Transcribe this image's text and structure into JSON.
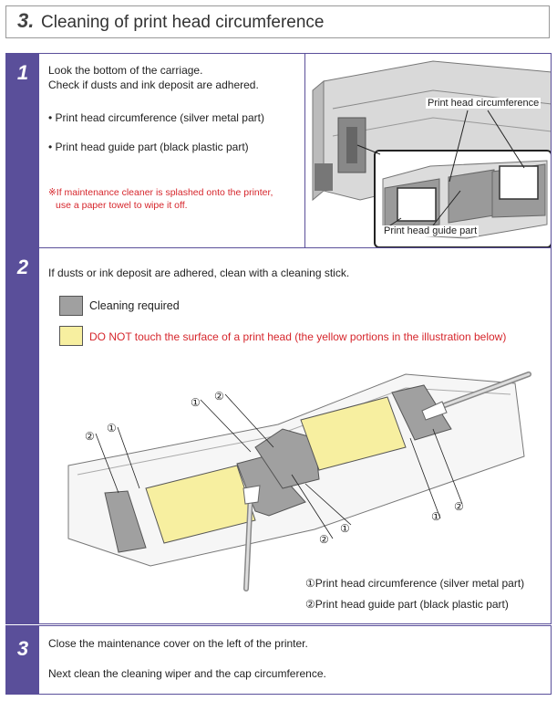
{
  "header": {
    "number": "3.",
    "title": "Cleaning of print head circumference"
  },
  "step1": {
    "number": "1",
    "line1": "Look the bottom of the carriage.",
    "line2": "Check if dusts and ink deposit are adhered.",
    "bullet1": "• Print head circumference (silver metal part)",
    "bullet2": "• Print head guide part (black plastic part)",
    "note1": "※If maintenance cleaner is splashed onto the printer,",
    "note2": "use a paper towel to wipe it off.",
    "callout_top": "Print head circumference",
    "callout_bottom": "Print head guide part"
  },
  "step2": {
    "number": "2",
    "intro": "If dusts or ink deposit are adhered, clean with a cleaning stick.",
    "legend_gray": "Cleaning required",
    "legend_yellow": "DO NOT touch the surface of a print head (the yellow portions in the illustration below)",
    "marker1": "①",
    "marker2": "②",
    "key1": "①Print head circumference (silver metal part)",
    "key2": "②Print head guide part (black plastic part)"
  },
  "step3": {
    "number": "3",
    "line1": "Close the maintenance cover on the left of the printer.",
    "line2": "Next clean the cleaning wiper and the cap circumference."
  },
  "colors": {
    "accent": "#5a4f9a",
    "warning": "#d6262c",
    "clean_gray": "#a0a0a0",
    "head_yellow": "#f7efa0"
  }
}
